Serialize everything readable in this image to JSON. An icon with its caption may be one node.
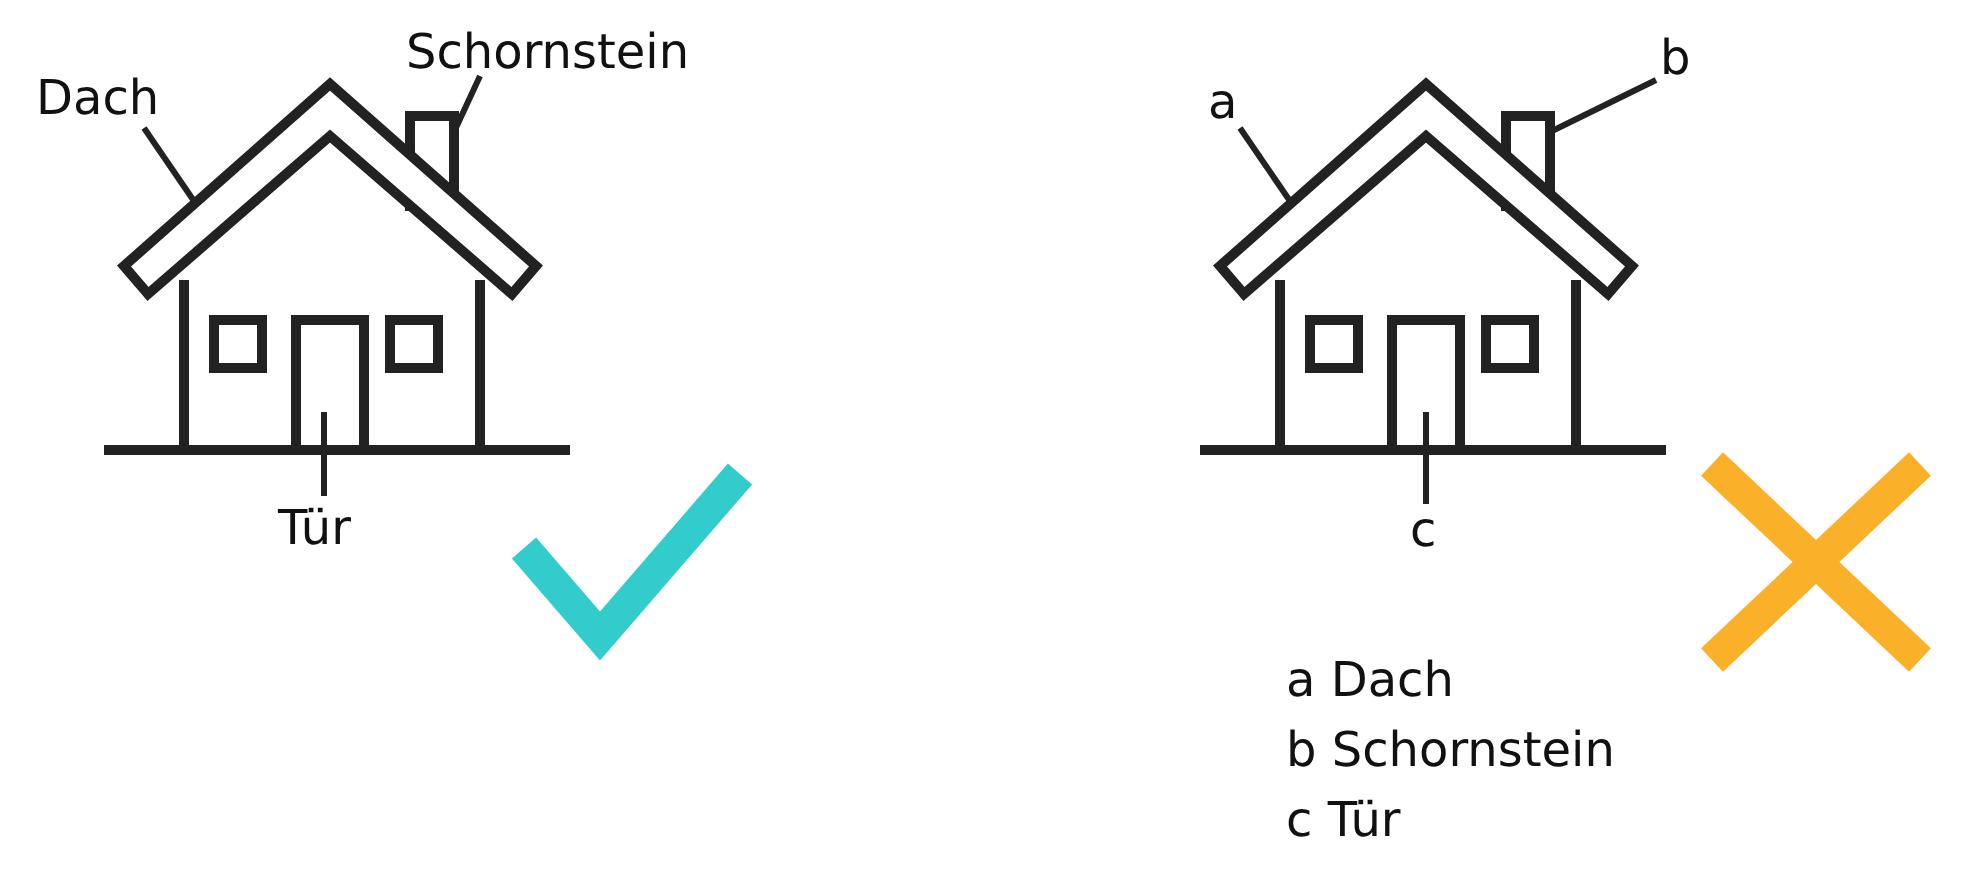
{
  "diagram": {
    "nodes": [
      {
        "text": [
          "Dach"
        ]
      },
      {
        "text": [],
        "shape": "picture"
      },
      {
        "text": [
          "Schornstein"
        ]
      },
      {
        "text": [],
        "shape": "box"
      },
      {
        "text": [],
        "shape": "box"
      },
      {
        "text": [
          "Tür"
        ]
      },
      {
        "text": [
          "a"
        ]
      },
      {
        "text": [],
        "shape": "picture"
      },
      {
        "text": [
          "b"
        ]
      },
      {
        "text": [],
        "shape": "box"
      },
      {
        "text": [],
        "shape": "box"
      },
      {
        "text": [
          "c"
        ]
      }
    ],
    "edges": [
      {
        "from": 0,
        "to": 1,
        "arrow": "none"
      },
      {
        "from": 2,
        "to": 3,
        "arrow": "none"
      },
      {
        "from": 5,
        "to": 4,
        "arrow": "none"
      },
      {
        "from": 6,
        "to": 7,
        "arrow": "none"
      },
      {
        "from": 8,
        "to": 9,
        "arrow": "none"
      },
      {
        "from": 11,
        "to": 10,
        "arrow": "none"
      }
    ],
    "labels": [
      "a Dach",
      "b Schornstein",
      "c Tür"
    ]
  }
}
